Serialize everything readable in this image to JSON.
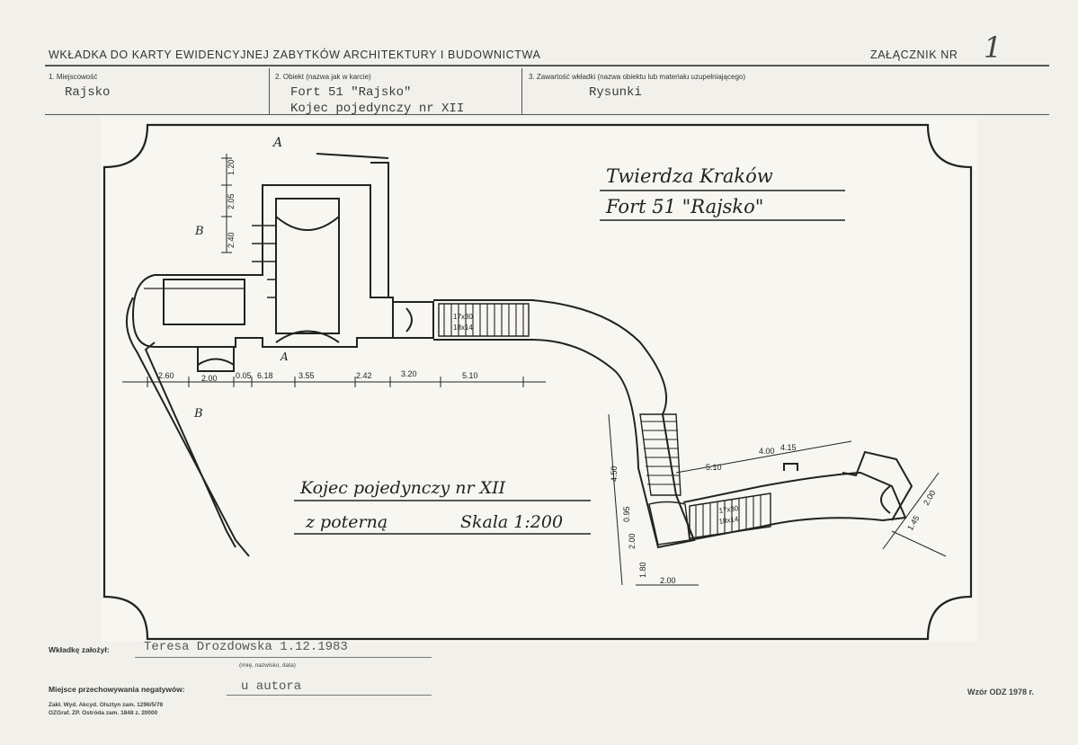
{
  "header": {
    "title": "WKŁADKA DO KARTY EWIDENCYJNEJ ZABYTKÓW ARCHITEKTURY I BUDOWNICTWA",
    "annex_label": "ZAŁĄCZNIK NR",
    "annex_number": "1"
  },
  "fields": {
    "locality_label": "1. Miejscowość",
    "locality_value": "Rajsko",
    "object_label": "2. Obiekt (nazwa jak w karcie)",
    "object_value_line1": "Fort 51 \"Rajsko\"",
    "object_value_line2": "Kojec pojedynczy nr XII",
    "content_label": "3. Zawartość wkładki (nazwa obiektu lub materiału uzupełniającego)",
    "content_value": "Rysunki"
  },
  "drawing": {
    "title_line1": "Twierdza Kraków",
    "title_line2": "Fort 51 \"Rajsko\"",
    "caption_line1": "Kojec pojedynczy nr XII",
    "caption_line2": "z poterną",
    "scale": "Skala 1:200",
    "section_A": "A",
    "section_B": "B",
    "stair_upper_1": "17x30",
    "stair_upper_2": "18x14",
    "stair_lower_1": "17x30",
    "stair_lower_2": "18x14",
    "dims_horizontal": [
      "2.60",
      "2.00",
      "0.05",
      "6.18",
      "3.55",
      "2.42",
      "3.20",
      "5.10"
    ],
    "dims_vertical": [
      "1.20",
      "2.05",
      "2.40"
    ],
    "dims_lower": [
      "4.50",
      "0.95",
      "2.00",
      "1.80",
      "2.00"
    ],
    "dims_tunnel": [
      "5.10",
      "4.00",
      "4.15"
    ],
    "dims_end": [
      "1.45",
      "2.00"
    ]
  },
  "footer": {
    "author_label": "Wkładkę założył:",
    "author_value": "Teresa Drozdowska 1.12.1983",
    "author_hint": "(imię, nazwisko, data)",
    "negatives_label": "Miejsce przechowywania negatywów:",
    "negatives_value": "u autora",
    "print_line1": "Zakł. Wyd. Akcyd. Olsztyn zam. 1296/5/78",
    "print_line2": "OZGraf. ZP. Ostróda zam. 1848 z. 20000",
    "stamp": "Wzór ODZ 1978 r."
  }
}
